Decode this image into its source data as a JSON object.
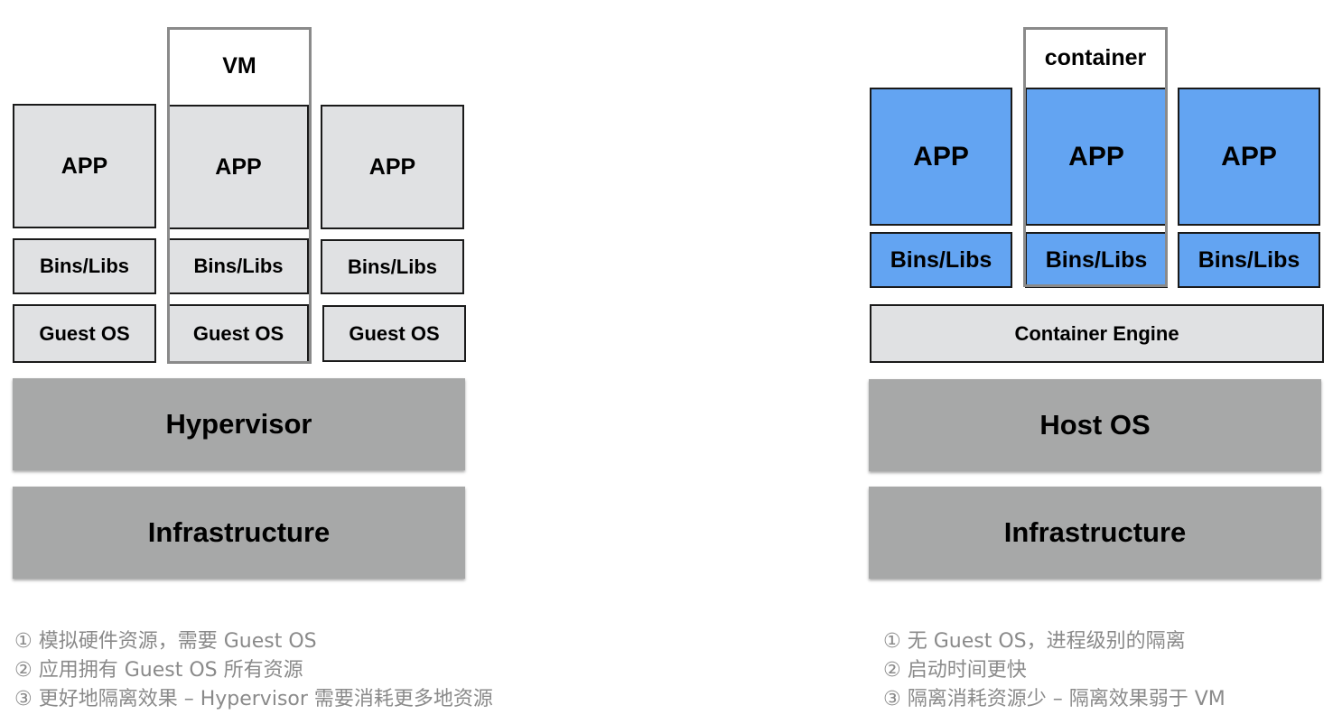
{
  "colors": {
    "light_box": "#e0e1e3",
    "blue_box": "#63a4f2",
    "dark_box": "#a7a8a8",
    "outline": "#8a8a8a",
    "note_text": "#8a8a8a"
  },
  "vm": {
    "outline_label": "VM",
    "apps": [
      "APP",
      "APP",
      "APP"
    ],
    "bins": [
      "Bins/Libs",
      "Bins/Libs",
      "Bins/Libs"
    ],
    "guest_os": [
      "Guest OS",
      "Guest OS",
      "Guest OS"
    ],
    "hypervisor": "Hypervisor",
    "infrastructure": "Infrastructure",
    "notes": [
      "① 模拟硬件资源，需要 Guest OS",
      "② 应用拥有 Guest OS 所有资源",
      "③ 更好地隔离效果 – Hypervisor 需要消耗更多地资源"
    ]
  },
  "container": {
    "outline_label": "container",
    "apps": [
      "APP",
      "APP",
      "APP"
    ],
    "bins": [
      "Bins/Libs",
      "Bins/Libs",
      "Bins/Libs"
    ],
    "engine": "Container Engine",
    "host_os": "Host OS",
    "infrastructure": "Infrastructure",
    "notes": [
      "① 无 Guest OS，进程级别的隔离",
      "② 启动时间更快",
      "③ 隔离消耗资源少 – 隔离效果弱于 VM"
    ]
  }
}
